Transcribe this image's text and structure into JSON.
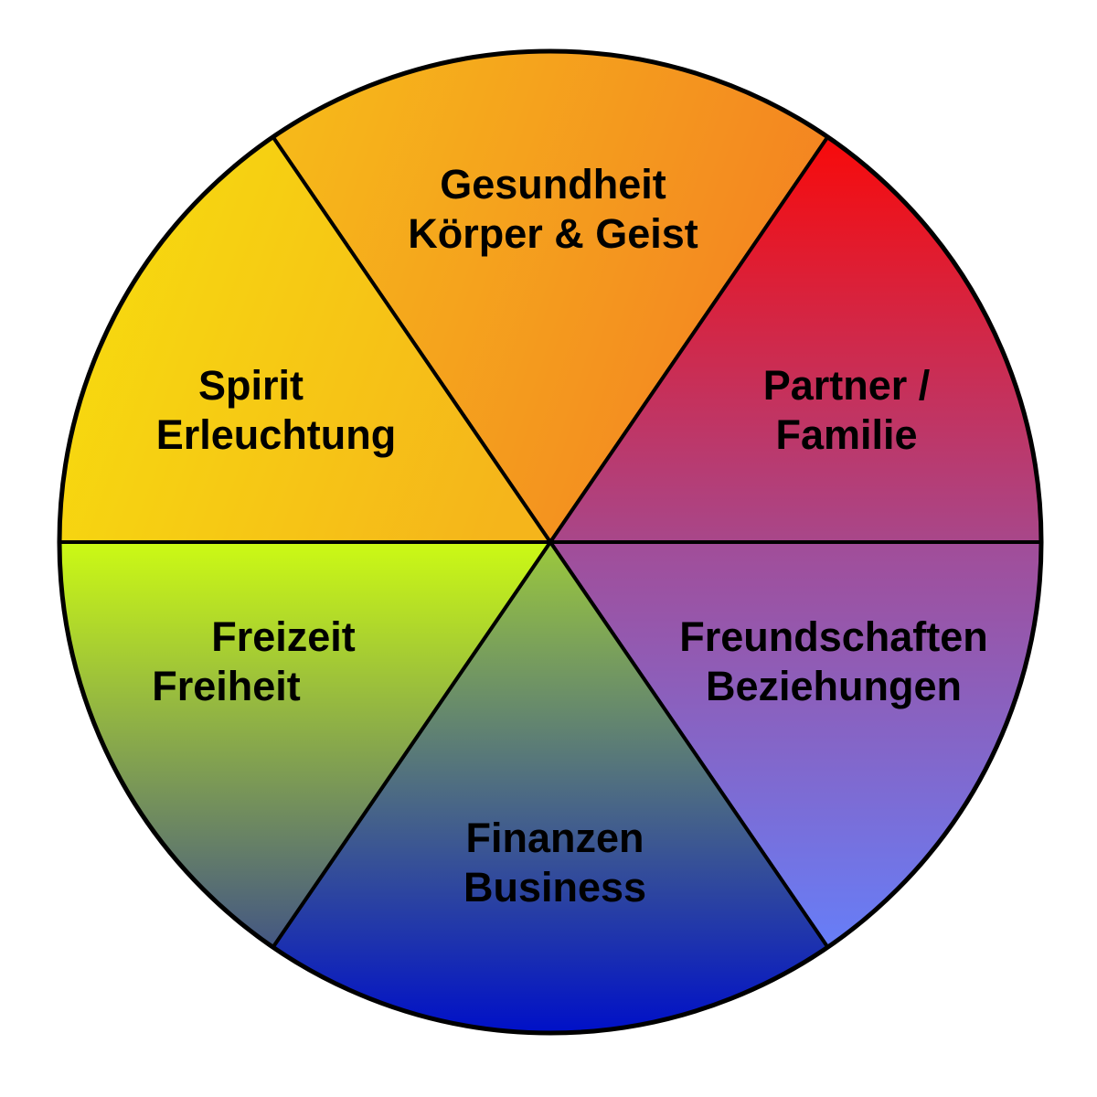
{
  "segments": [
    {
      "id": "gesundheit",
      "lines": [
        "Gesundheit",
        "Körper & Geist"
      ],
      "colors": [
        "#f6b81a",
        "#f37f22"
      ],
      "direction": "horizontal"
    },
    {
      "id": "partner",
      "lines": [
        "Partner /",
        "Familie"
      ],
      "colors": [
        "#f80a0a",
        "#a8478a"
      ],
      "direction": "vertical"
    },
    {
      "id": "freundschaften",
      "lines": [
        "Freundschaften",
        "Beziehungen"
      ],
      "colors": [
        "#a24d98",
        "#667ef8"
      ],
      "direction": "vertical"
    },
    {
      "id": "finanzen",
      "lines": [
        "Finanzen",
        "Business"
      ],
      "colors": [
        "#9cc93c",
        "#0010c8"
      ],
      "direction": "vertical"
    },
    {
      "id": "freizeit",
      "lines": [
        "Freizeit",
        "Freiheit"
      ],
      "colors": [
        "#ccfa14",
        "#435683"
      ],
      "direction": "vertical"
    },
    {
      "id": "spirit",
      "lines": [
        "Spirit",
        "Erleuchtung"
      ],
      "colors": [
        "#f7dc0e",
        "#f5b51b"
      ],
      "direction": "horizontal"
    }
  ],
  "outline_color": "#000000"
}
